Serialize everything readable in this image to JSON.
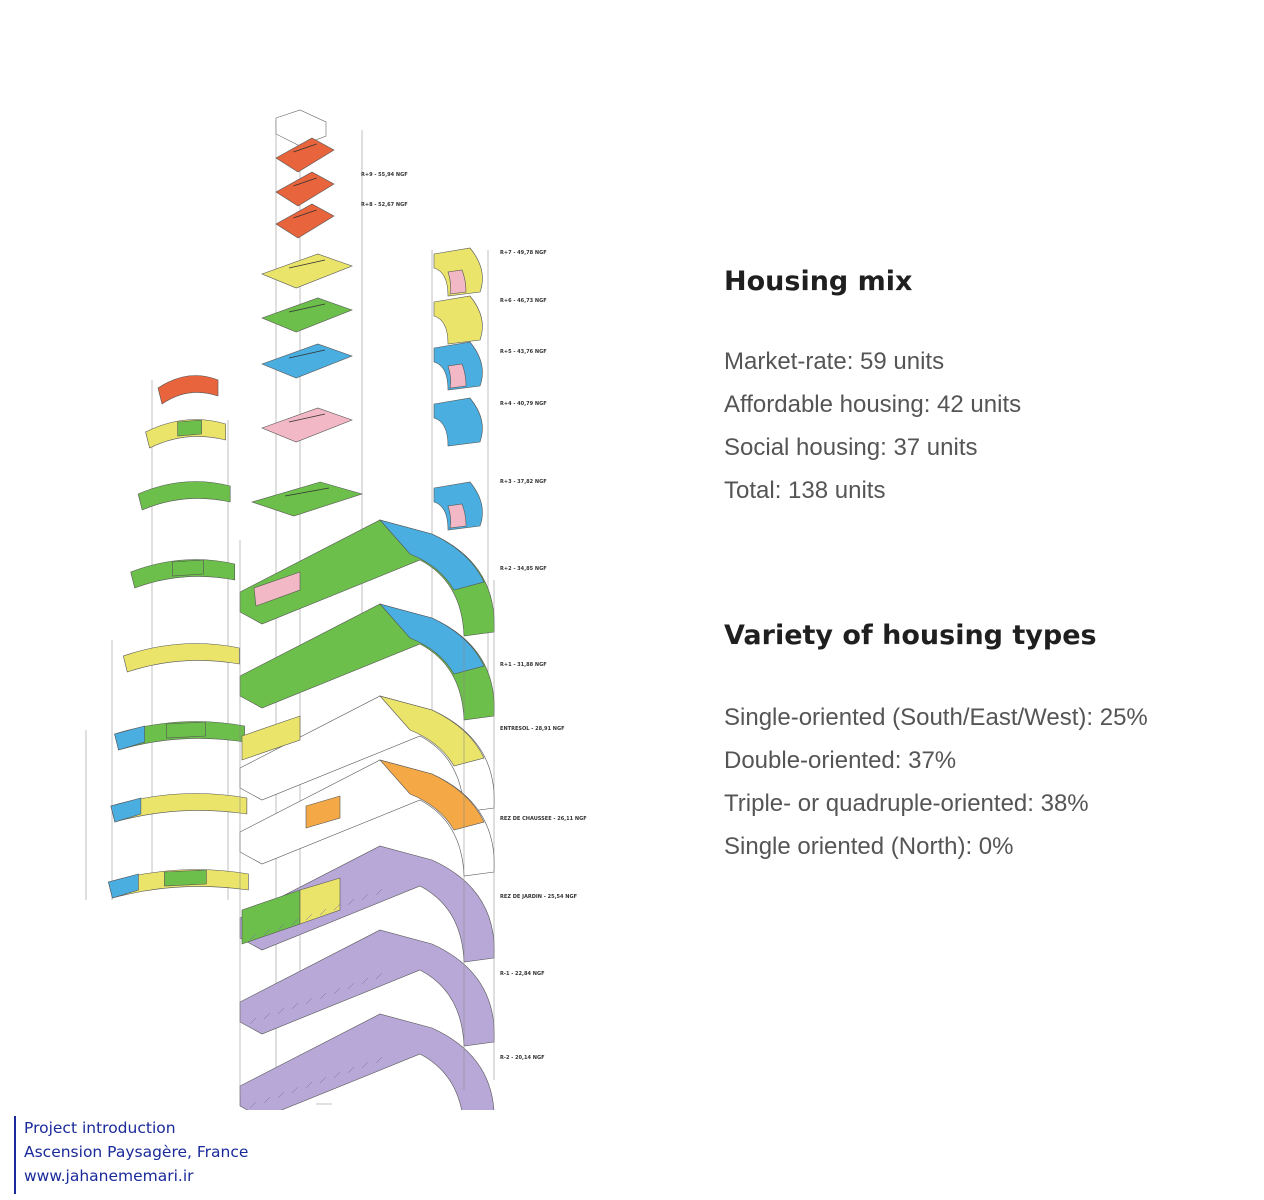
{
  "housing_mix": {
    "title": "Housing mix",
    "items": [
      "Market-rate: 59 units",
      "Affordable housing: 42 units",
      "Social housing: 37 units",
      "Total: 138 units"
    ]
  },
  "housing_types": {
    "title": "Variety of housing types",
    "items": [
      "Single-oriented (South/East/West): 25%",
      "Double-oriented: 37%",
      "Triple- or quadruple-oriented: 38%",
      "Single oriented (North): 0%"
    ]
  },
  "level_labels": [
    "R+9 - 55,94 NGF",
    "R+8 - 52,67 NGF",
    "R+7 - 49,78 NGF",
    "R+6 - 46,73 NGF",
    "R+5 - 43,76 NGF",
    "R+4 - 40,79 NGF",
    "R+3 - 37,82 NGF",
    "R+2 - 34,85 NGF",
    "R+1 - 31,88 NGF",
    "ENTRESOL - 28,91 NGF",
    "REZ DE CHAUSSEE - 26,11 NGF",
    "REZ DE JARDIN - 25,54 NGF",
    "R-1 - 22,84 NGF",
    "R-2 - 20,14 NGF"
  ],
  "unit_colors": {
    "market_rate": "#6cbf4a",
    "affordable": "#eae46a",
    "social": "#4aaee0",
    "pink": "#f2b8c6",
    "orange_top": "#e8643c",
    "ground_orange": "#f4a846",
    "parking": "#b8a8d8"
  },
  "credit": {
    "line1": "Project introduction",
    "line2": "Ascension Paysagère, France",
    "line3": "www.jahanememari.ir"
  }
}
